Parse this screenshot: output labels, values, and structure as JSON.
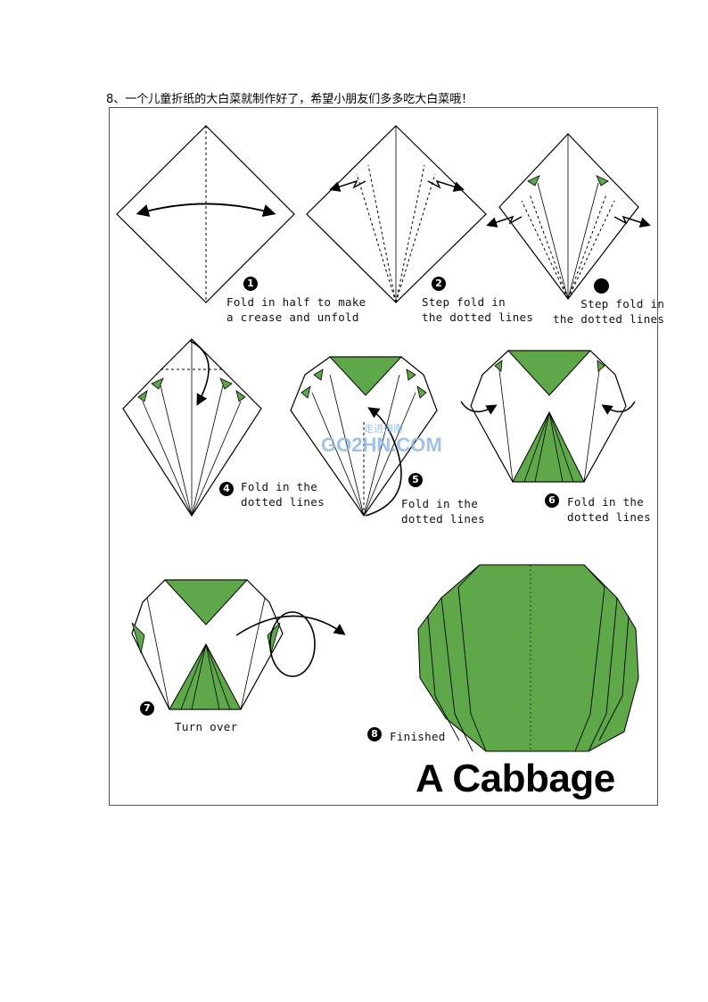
{
  "caption": "8、一个儿童折纸的大白菜就制作好了，希望小朋友们多多吃大白菜哦！",
  "steps": [
    {
      "number": "1",
      "label": "Fold in half to make\na crease and unfold"
    },
    {
      "number": "2",
      "label": "Step fold in\nthe dotted lines"
    },
    {
      "number": "",
      "label": "Step fold in\nthe dotted lines"
    },
    {
      "number": "4",
      "label": "Fold in the\ndotted lines"
    },
    {
      "number": "5",
      "label": "Fold in the\ndotted lines"
    },
    {
      "number": "6",
      "label": "Fold in the\ndotted lines"
    },
    {
      "number": "7",
      "label": "Turn over"
    },
    {
      "number": "8",
      "label": "Finished"
    }
  ],
  "title": "A Cabbage",
  "watermark": {
    "main": "GO2HN.COM",
    "sub": "走进海南"
  },
  "colors": {
    "paper_green": "#5ea84a",
    "outline": "#000000",
    "frame": "#555555"
  }
}
